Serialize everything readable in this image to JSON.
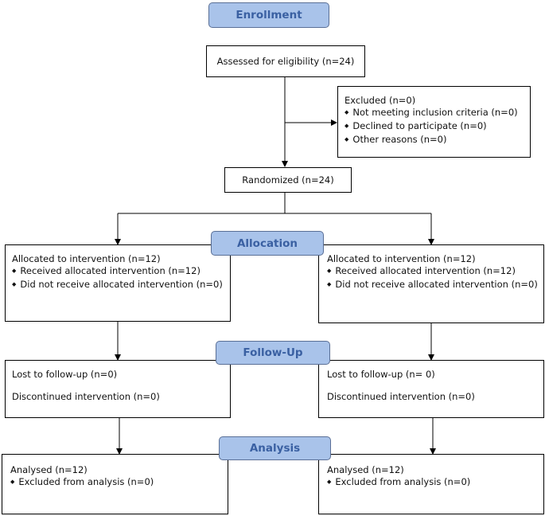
{
  "stages": {
    "enrollment": "Enrollment",
    "allocation": "Allocation",
    "followup": "Follow-Up",
    "analysis": "Analysis"
  },
  "assessed": "Assessed for eligibility (n=24)",
  "excluded": {
    "title": "Excluded (n=0)",
    "items": [
      "Not meeting inclusion criteria (n=0)",
      "Declined to participate (n=0)",
      "Other reasons (n=0)"
    ]
  },
  "randomized": "Randomized  (n=24)",
  "allocation": {
    "left": {
      "title": "Allocated to intervention  (n=12)",
      "items": [
        "Received  allocated intervention  (n=12)",
        "Did not receive  allocated intervention  (n=0)"
      ]
    },
    "right": {
      "title": "Allocated to intervention  (n=12)",
      "items": [
        "Received  allocated intervention  (n=12)",
        "Did not receive  allocated intervention  (n=0)"
      ]
    }
  },
  "followup": {
    "left": {
      "lost": "Lost to follow-up  (n=0)",
      "discontinued": "Discontinued  intervention  (n=0)"
    },
    "right": {
      "lost": "Lost to follow-up  (n= 0)",
      "discontinued": "Discontinued  intervention  (n=0)"
    }
  },
  "analysis": {
    "left": {
      "title": "Analysed  (n=12)",
      "items": [
        "Excluded from analysis (n=0)"
      ]
    },
    "right": {
      "title": "Analysed  (n=12)",
      "items": [
        "Excluded from analysis (n=0)"
      ]
    }
  }
}
